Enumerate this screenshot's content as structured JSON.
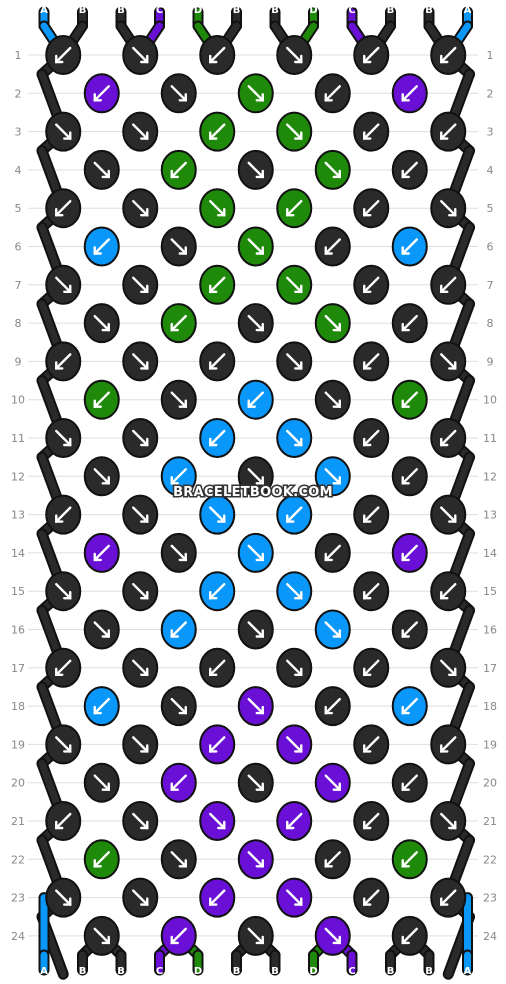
{
  "colors": {
    "A": "#0a97fa",
    "B": "#2a2a2a",
    "C": "#6a0fd6",
    "D": "#1f8a0a",
    "grid": "#dddddd",
    "label": "#888888"
  },
  "top_strings": [
    "A",
    "B",
    "B",
    "C",
    "D",
    "B",
    "B",
    "D",
    "C",
    "B",
    "B",
    "A"
  ],
  "bottom_strings": [
    "A",
    "B",
    "B",
    "C",
    "D",
    "B",
    "B",
    "D",
    "C",
    "B",
    "B",
    "A"
  ],
  "row_labels": [
    "1",
    "2",
    "3",
    "4",
    "5",
    "6",
    "7",
    "8",
    "9",
    "10",
    "11",
    "12",
    "13",
    "14",
    "15",
    "16",
    "17",
    "18",
    "19",
    "20",
    "21",
    "22",
    "23",
    "24"
  ],
  "watermark": "BRACELETBOOK.COM",
  "knots": [
    [
      "B",
      "B",
      "B",
      "B",
      "B",
      "B"
    ],
    [
      "C",
      "B",
      "D",
      "B",
      "C"
    ],
    [
      "B",
      "B",
      "D",
      "D",
      "B",
      "B"
    ],
    [
      "B",
      "D",
      "B",
      "D",
      "B"
    ],
    [
      "B",
      "B",
      "D",
      "D",
      "B",
      "B"
    ],
    [
      "A",
      "B",
      "D",
      "B",
      "A"
    ],
    [
      "B",
      "B",
      "D",
      "D",
      "B",
      "B"
    ],
    [
      "B",
      "D",
      "B",
      "D",
      "B"
    ],
    [
      "B",
      "B",
      "B",
      "B",
      "B",
      "B"
    ],
    [
      "D",
      "B",
      "A",
      "B",
      "D"
    ],
    [
      "B",
      "B",
      "A",
      "A",
      "B",
      "B"
    ],
    [
      "B",
      "A",
      "B",
      "A",
      "B"
    ],
    [
      "B",
      "B",
      "A",
      "A",
      "B",
      "B"
    ],
    [
      "C",
      "B",
      "A",
      "B",
      "C"
    ],
    [
      "B",
      "B",
      "A",
      "A",
      "B",
      "B"
    ],
    [
      "B",
      "A",
      "B",
      "A",
      "B"
    ],
    [
      "B",
      "B",
      "B",
      "B",
      "B",
      "B"
    ],
    [
      "A",
      "B",
      "C",
      "B",
      "A"
    ],
    [
      "B",
      "B",
      "C",
      "C",
      "B",
      "B"
    ],
    [
      "B",
      "C",
      "B",
      "C",
      "B"
    ],
    [
      "B",
      "B",
      "C",
      "C",
      "B",
      "B"
    ],
    [
      "D",
      "B",
      "C",
      "B",
      "D"
    ],
    [
      "B",
      "B",
      "C",
      "C",
      "B",
      "B"
    ],
    [
      "B",
      "C",
      "B",
      "C",
      "B"
    ]
  ],
  "arrows": [
    [
      "sw",
      "se",
      "sw",
      "se",
      "sw",
      "sw"
    ],
    [
      "sw",
      "se",
      "se",
      "sw",
      "sw"
    ],
    [
      "se",
      "se",
      "sw",
      "se",
      "sw",
      "sw"
    ],
    [
      "se",
      "sw",
      "se",
      "se",
      "sw"
    ],
    [
      "sw",
      "se",
      "se",
      "sw",
      "sw",
      "se"
    ],
    [
      "sw",
      "se",
      "se",
      "sw",
      "sw"
    ],
    [
      "se",
      "se",
      "sw",
      "se",
      "sw",
      "sw"
    ],
    [
      "se",
      "sw",
      "se",
      "se",
      "sw"
    ],
    [
      "sw",
      "se",
      "sw",
      "se",
      "sw",
      "se"
    ],
    [
      "sw",
      "se",
      "sw",
      "se",
      "sw"
    ],
    [
      "se",
      "se",
      "sw",
      "se",
      "sw",
      "sw"
    ],
    [
      "se",
      "sw",
      "se",
      "se",
      "sw"
    ],
    [
      "sw",
      "se",
      "se",
      "sw",
      "sw",
      "se"
    ],
    [
      "sw",
      "se",
      "se",
      "sw",
      "sw"
    ],
    [
      "se",
      "se",
      "sw",
      "se",
      "sw",
      "sw"
    ],
    [
      "se",
      "sw",
      "se",
      "se",
      "sw"
    ],
    [
      "sw",
      "se",
      "sw",
      "se",
      "sw",
      "se"
    ],
    [
      "sw",
      "se",
      "se",
      "sw",
      "sw"
    ],
    [
      "se",
      "se",
      "sw",
      "se",
      "sw",
      "sw"
    ],
    [
      "se",
      "sw",
      "se",
      "se",
      "sw"
    ],
    [
      "sw",
      "se",
      "se",
      "sw",
      "sw",
      "se"
    ],
    [
      "sw",
      "se",
      "se",
      "sw",
      "sw"
    ],
    [
      "se",
      "se",
      "sw",
      "se",
      "sw",
      "sw"
    ],
    [
      "se",
      "sw",
      "se",
      "se",
      "sw"
    ]
  ]
}
